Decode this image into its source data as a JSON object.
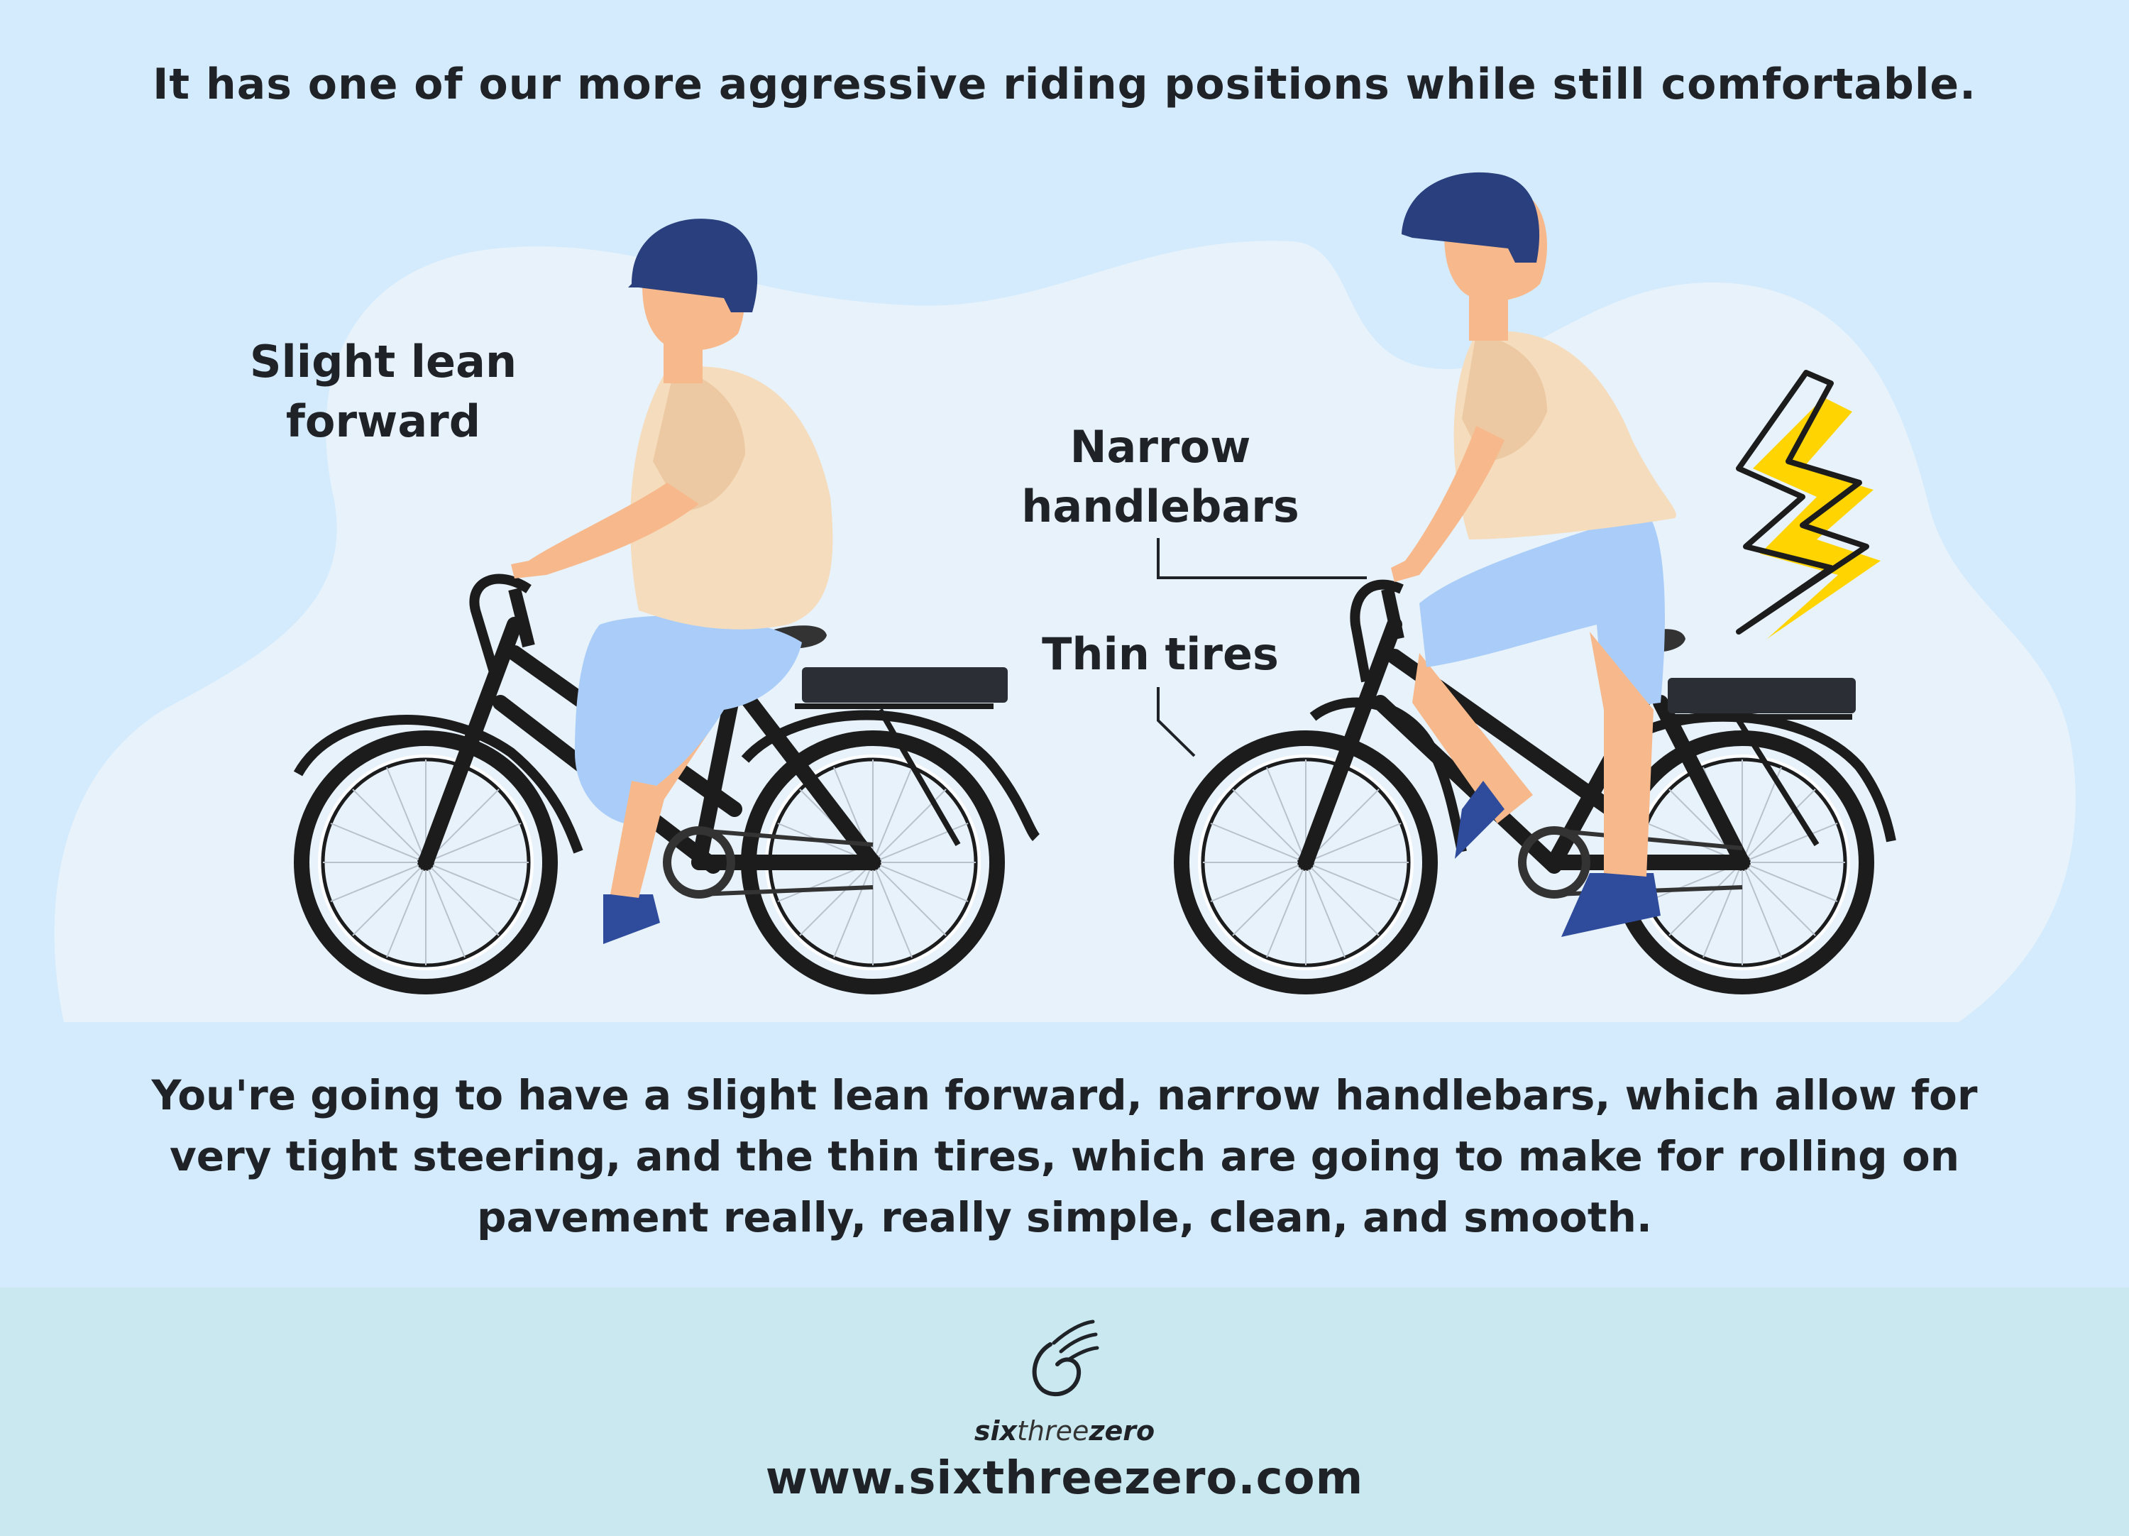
{
  "headline": "It has one of our more aggressive riding positions while still comfortable.",
  "callouts": {
    "lean": [
      "Slight lean",
      "forward"
    ],
    "handlebars": [
      "Narrow",
      "handlebars"
    ],
    "tires": "Thin tires"
  },
  "description": "You're going to have a slight lean forward, narrow handlebars, which allow for very tight steering, and the thin tires, which are going to make for rolling on pavement really, really simple, clean, and smooth.",
  "footer": {
    "brand": {
      "bold1": "six",
      "thin": "three",
      "bold2": "zero"
    },
    "url": "www.sixthreezero.com"
  },
  "colors": {
    "background": "#d3ebfc",
    "cloud": "#e8f2fb",
    "footer": "#c9e8ef",
    "helmet": "#2a3f7e",
    "skin": "#f7b98c",
    "shirt": "#f5dcbd",
    "shorts": "#a9cdf8",
    "shoes": "#2e4b9c",
    "frame": "#1c1c1c",
    "lightning": "#ffd400"
  }
}
